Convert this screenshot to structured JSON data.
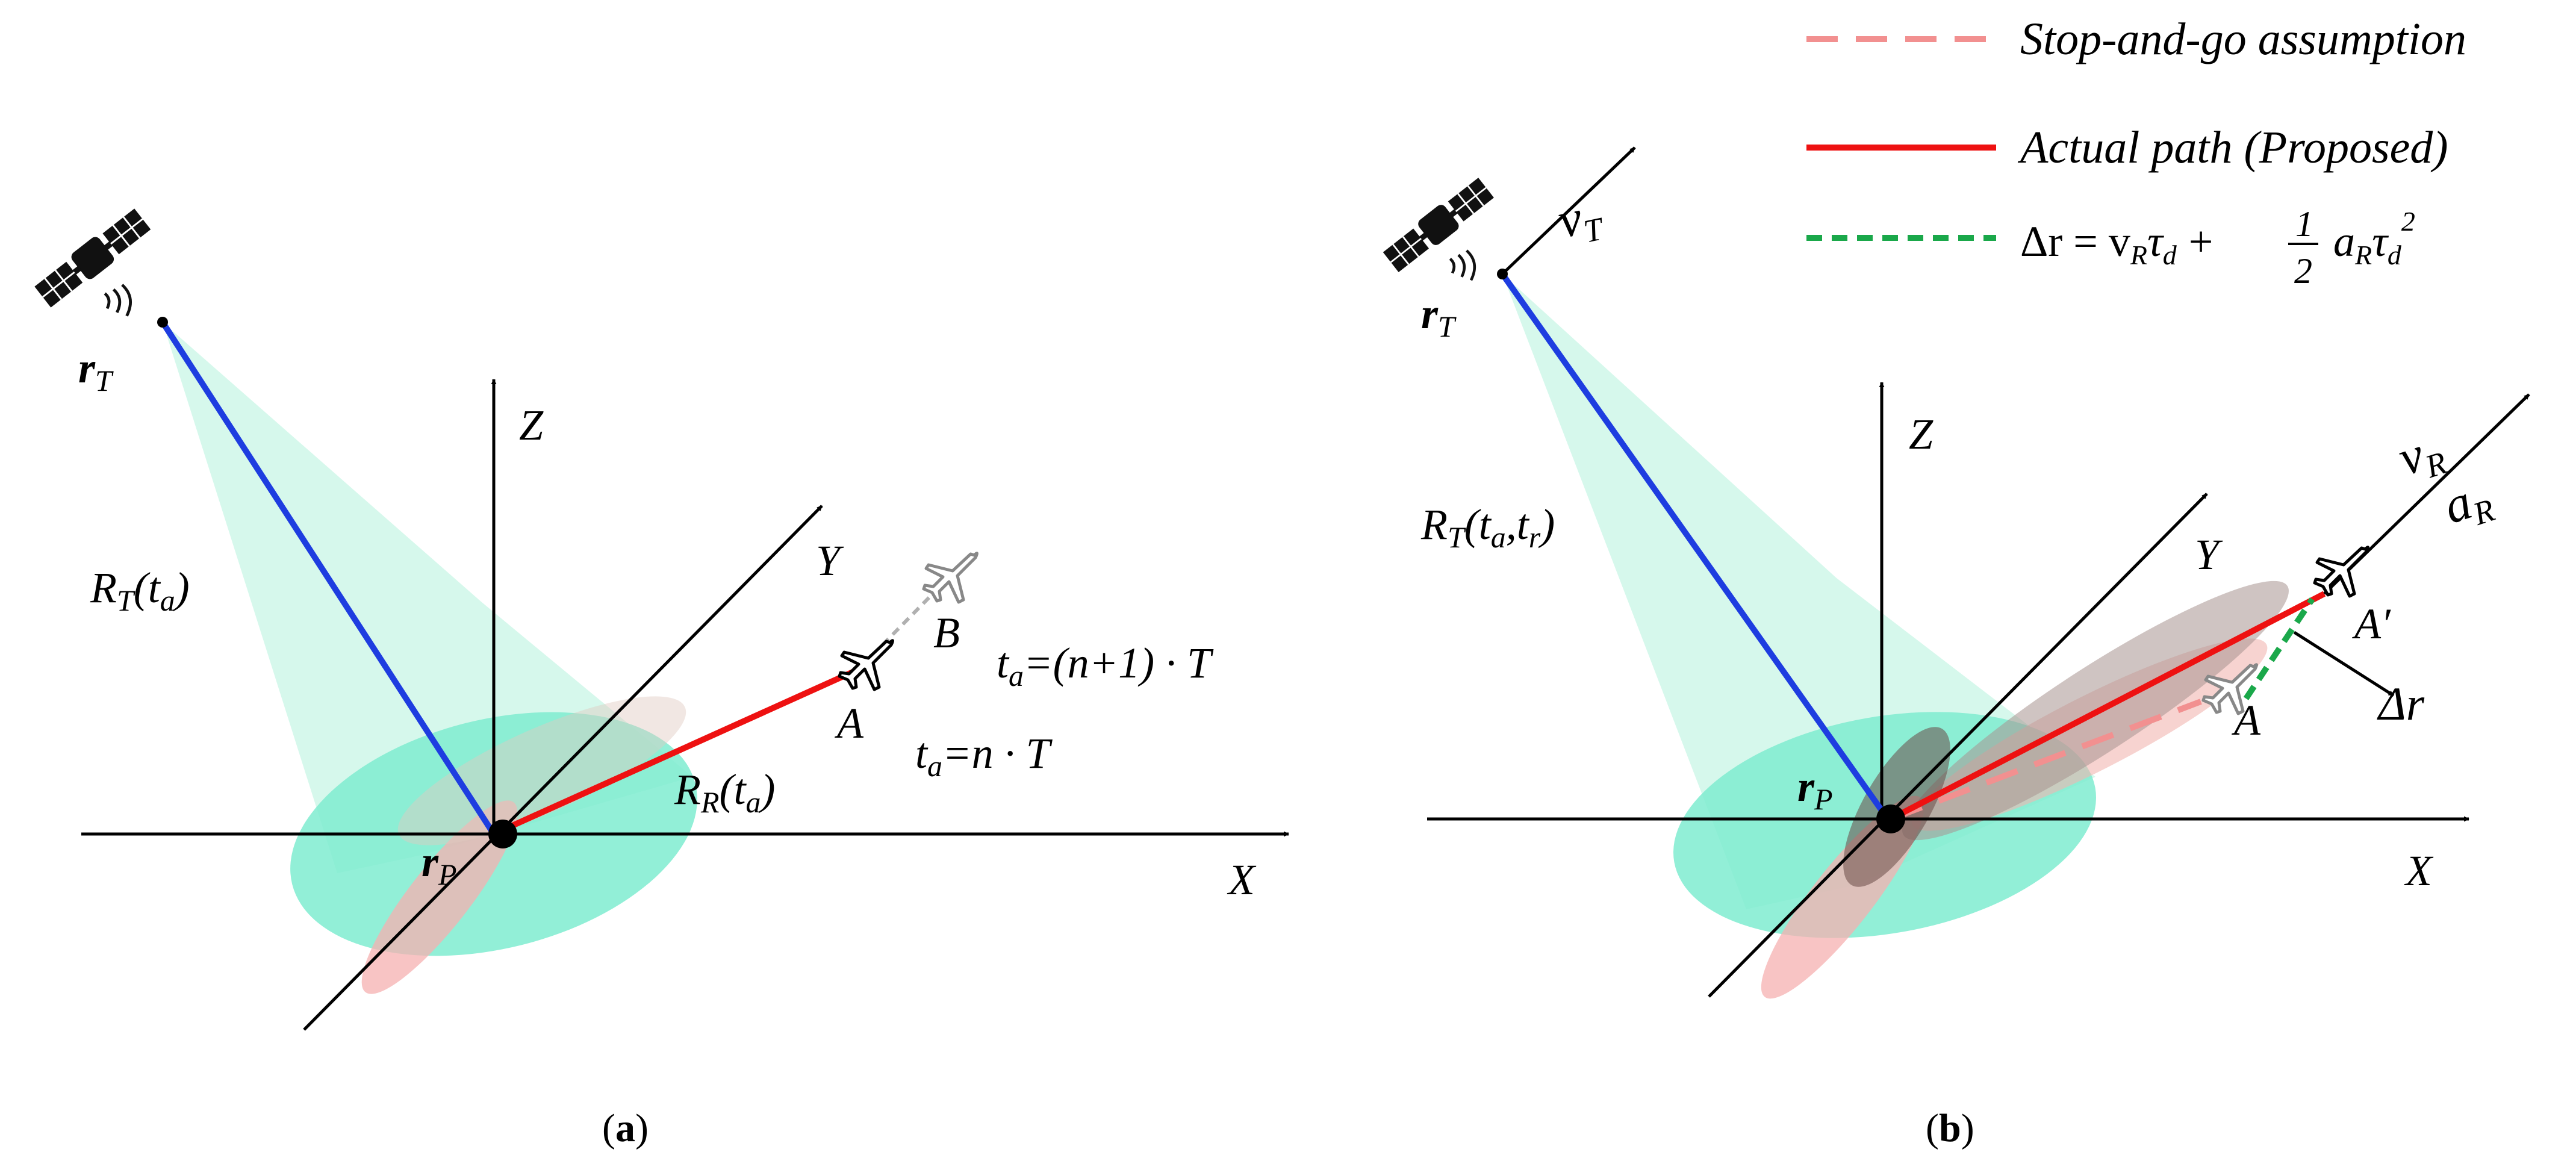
{
  "panel_a": {
    "axis_x": "X",
    "axis_y": "Y",
    "axis_z": "Z",
    "transmitter_pos": {
      "base": "r",
      "sub": "T"
    },
    "receiver_pos": {
      "base": "r",
      "sub": "P"
    },
    "range_t": {
      "base": "R",
      "sub": "T",
      "arg_open": "(t",
      "arg_sub": "a",
      "arg_close": ")"
    },
    "range_r": {
      "base": "R",
      "sub": "R",
      "arg_open": "(t",
      "arg_sub": "a",
      "arg_close": ")"
    },
    "point_a": "A",
    "point_b": "B",
    "time_next": {
      "base": "t",
      "sub": "a",
      "rest": "=(n+1) · T"
    },
    "time_now": {
      "base": "t",
      "sub": "a",
      "rest": "=n · T"
    },
    "caption": {
      "open": "(",
      "letter": "a",
      "close": ")"
    }
  },
  "panel_b": {
    "axis_x": "X",
    "axis_y": "Y",
    "axis_z": "Z",
    "transmitter_pos": {
      "base": "r",
      "sub": "T"
    },
    "receiver_pos": {
      "base": "r",
      "sub": "P"
    },
    "velocity_t": {
      "base": "v",
      "sub": "T"
    },
    "velocity_r": {
      "base": "v",
      "sub": "R"
    },
    "accel_r": {
      "base": "a",
      "sub": "R"
    },
    "range_t": {
      "base": "R",
      "sub": "T",
      "arg": "(t",
      "arg_sub1": "a",
      "comma": ",t",
      "arg_sub2": "r",
      "close": ")"
    },
    "point_a": "A",
    "point_a_prime": "A′",
    "delta_r": "Δr",
    "caption": {
      "open": "(",
      "letter": "b",
      "close": ")"
    }
  },
  "legend": {
    "stop_and_go": "Stop-and-go assumption",
    "actual_path": "Actual path (Proposed)",
    "formula": {
      "lhs": "Δr = v",
      "sub1": "R",
      "tau1": "τ",
      "tsub1": "d",
      "plus": "+",
      "num": "1",
      "den": "2",
      "a": "a",
      "asub": "R",
      "tau2": "τ",
      "tsub2": "d",
      "sup": "2"
    }
  },
  "colors": {
    "direct_path": "#1e3de0",
    "scattered_path": "#ee1111",
    "stop_and_go": "#f29090",
    "delta_path": "#1aa84a",
    "tx_beam": "#c8f5e6",
    "rx_footprint": "#7fecd0",
    "rx_beam": "#f5b0b0"
  }
}
